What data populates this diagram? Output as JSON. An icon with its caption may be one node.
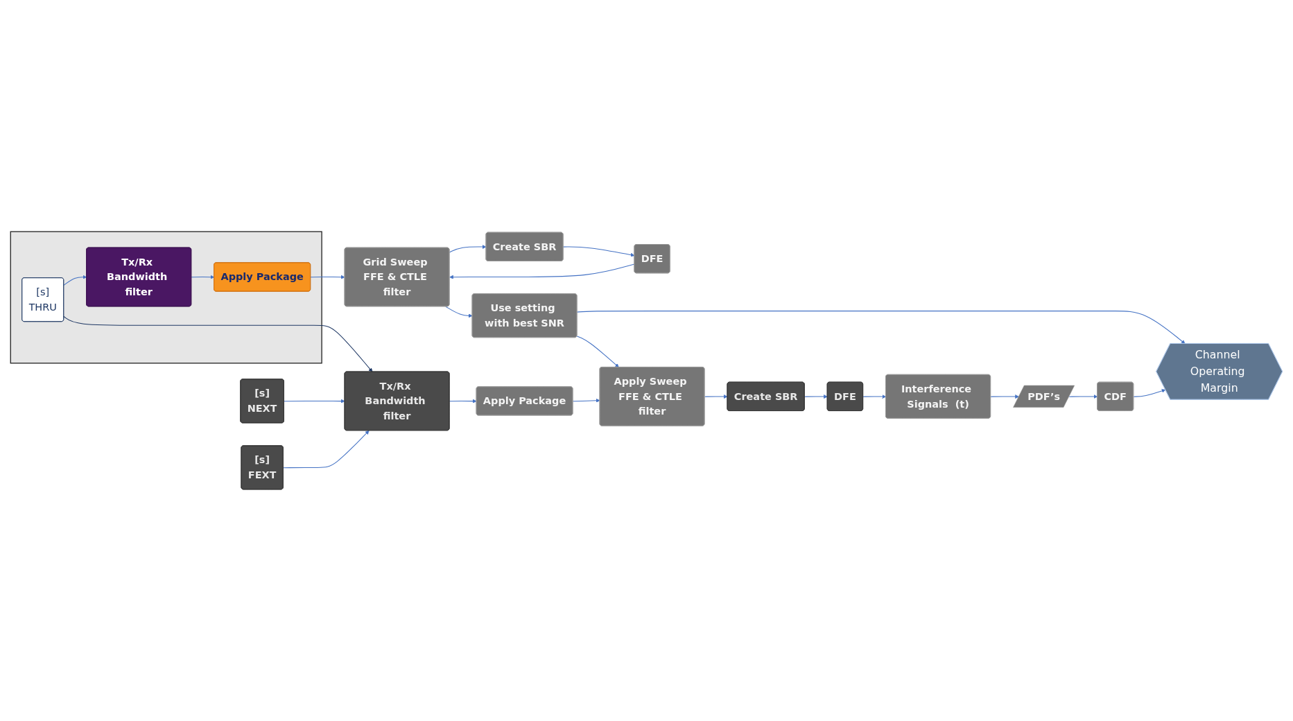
{
  "diagram": {
    "nodes": [
      {
        "text": [],
        "shape": "box"
      },
      {
        "text": [
          "[s]",
          "THRU"
        ],
        "in": 0
      },
      {
        "text": [
          "Tx/Rx Bandwidth filter"
        ],
        "in": 0
      },
      {
        "text": [
          "Apply Package"
        ],
        "in": 0
      },
      {
        "text": [
          "Grid Sweep FFE & CTLE filter"
        ]
      },
      {
        "text": [
          "Create SBR"
        ]
      },
      {
        "text": [
          "DFE"
        ]
      },
      {
        "text": [
          "Use setting with best SNR"
        ]
      },
      {
        "text": [
          "Channel Operating Margin"
        ]
      },
      {
        "text": [
          "[s]",
          "NEXT"
        ]
      },
      {
        "text": [
          "[s]",
          "FEXT"
        ]
      },
      {
        "text": [
          "PDF’s"
        ]
      },
      {
        "text": [
          "CDF"
        ]
      },
      {
        "text": [
          "Tx/Rx Bandwidth filter"
        ]
      },
      {
        "text": [
          "Apply Package"
        ]
      },
      {
        "text": [
          "Apply Sweep FFE & CTLE filter"
        ]
      },
      {
        "text": [
          "Create SBR"
        ]
      },
      {
        "text": [
          "DFE"
        ]
      },
      {
        "text": [
          "Interference Signals  (t)"
        ]
      }
    ],
    "edges": [
      {
        "from": 1,
        "to": 2,
        "arrow": "to"
      },
      {
        "from": 2,
        "to": 3,
        "arrow": "to"
      },
      {
        "from": 3,
        "to": 4,
        "arrow": "to"
      },
      {
        "from": 4,
        "to": 5,
        "arrow": "to"
      },
      {
        "from": 5,
        "to": 6,
        "arrow": "to"
      },
      {
        "from": 6,
        "to": 4,
        "arrow": "to"
      },
      {
        "from": 4,
        "to": 7,
        "arrow": "to"
      },
      {
        "from": 7,
        "to": 8,
        "arrow": "to"
      },
      {
        "from": 7,
        "to": 15,
        "arrow": "to"
      },
      {
        "from": 1,
        "to": 13,
        "arrow": "to",
        "color": "#1f3864"
      },
      {
        "from": 9,
        "to": 13,
        "arrow": "to"
      },
      {
        "from": 10,
        "to": 13,
        "arrow": "to"
      },
      {
        "from": 13,
        "to": 14,
        "arrow": "to"
      },
      {
        "from": 14,
        "to": 15,
        "arrow": "to"
      },
      {
        "from": 15,
        "to": 16,
        "arrow": "to"
      },
      {
        "from": 16,
        "to": 17,
        "arrow": "to"
      },
      {
        "from": 17,
        "to": 18,
        "arrow": "to"
      },
      {
        "from": 18,
        "to": 11,
        "arrow": "to"
      },
      {
        "from": 11,
        "to": 12,
        "arrow": "to"
      },
      {
        "from": 12,
        "to": 8,
        "arrow": "to"
      }
    ]
  }
}
